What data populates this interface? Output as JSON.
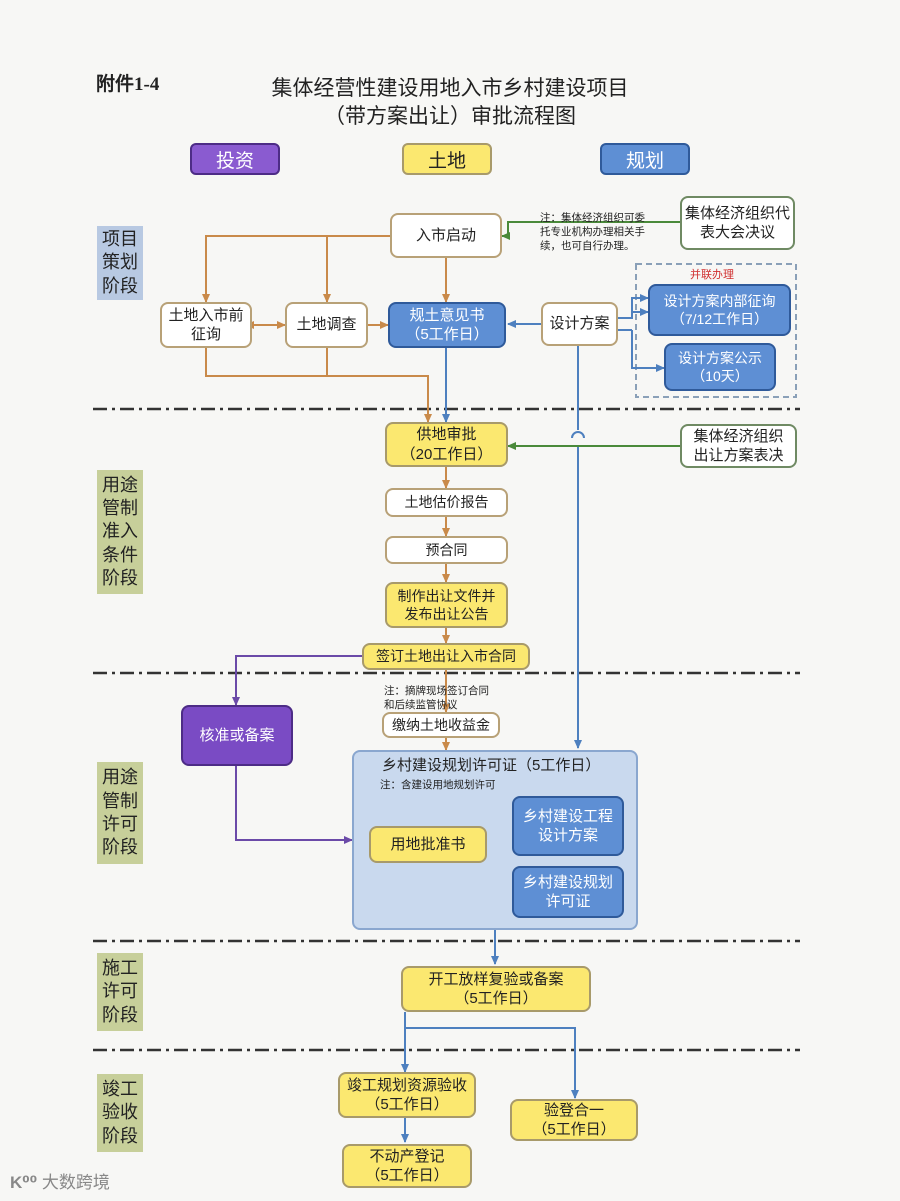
{
  "attachment_label": "附件1-4",
  "title_line1": "集体经营性建设用地入市乡村建设项目",
  "title_line2": "（带方案出让）审批流程图",
  "headers": {
    "invest": "投资",
    "land": "土地",
    "planning": "规划"
  },
  "stages": {
    "s1": "项目\n策划\n阶段",
    "s2": "用途\n管制\n准入\n条件\n阶段",
    "s3": "用途\n管制\n许可\n阶段",
    "s4": "施工\n许可\n阶段",
    "s5": "竣工\n验收\n阶段"
  },
  "boxes": {
    "rushi_qidong": "入市启动",
    "jiti_daibiao": "集体经济组织代\n表大会决议",
    "tudi_qian_zhengxun": "土地入市前\n征询",
    "tudi_diaocha": "土地调查",
    "guitu_yijianshu": "规土意见书\n（5工作日）",
    "sheji_fangan": "设计方案",
    "sheji_neibu": "设计方案内部征询\n（7/12工作日）",
    "sheji_gongshi": "设计方案公示\n（10天）",
    "gongdi_shenpi": "供地审批\n（20工作日）",
    "jiti_churang": "集体经济组织\n出让方案表决",
    "gujia_baogao": "土地估价报告",
    "yu_hetong": "预合同",
    "zhizuo_wenjian": "制作出让文件并\n发布出让公告",
    "qianding_hetong": "签订土地出让入市合同",
    "hezhun_beian": "核准或备案",
    "jiaona_shouyijin": "缴纳土地收益金",
    "xiangcun_xukezheng": "乡村建设规划许可证（5工作日）",
    "yongdi_pizhunshu": "用地批准书",
    "xiangcun_gongcheng": "乡村建设工程\n设计方案",
    "xiangcun_guihua": "乡村建设规划\n许可证",
    "kaigong": "开工放样复验或备案\n（5工作日）",
    "jungong": "竣工规划资源验收\n（5工作日）",
    "yandeng": "验登合一\n（5工作日）",
    "budongchan": "不动产登记\n（5工作日）"
  },
  "notes": {
    "n1": "注：集体经济组织可委\n托专业机构办理相关手\n续，也可自行办理。",
    "parallel": "并联办理",
    "n2": "注：摘牌现场签订合同\n和后续监管协议",
    "n3": "注：含建设用地规划许可"
  },
  "watermark_left": "大数跨境",
  "colors": {
    "arrow_land": "#c98a4a",
    "arrow_plan": "#4e80bf",
    "arrow_invest": "#6b4aa8",
    "arrow_green": "#4a8a3a",
    "stage_bg_blue": "#b8c9e2",
    "stage_bg_green": "#c7cf9a",
    "header_invest": "#8a5bd0",
    "header_land": "#fbe870",
    "header_plan": "#5e8fd4"
  }
}
